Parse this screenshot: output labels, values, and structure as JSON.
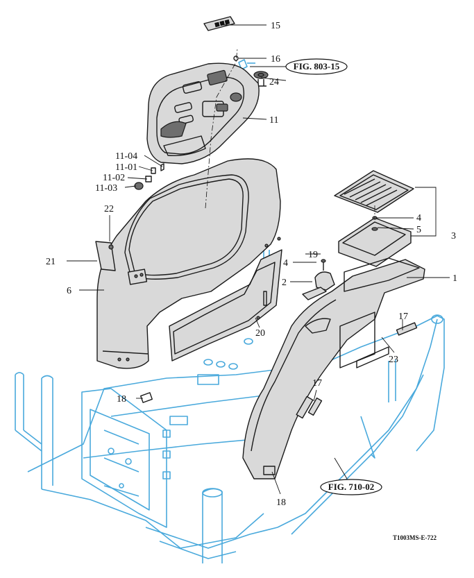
{
  "diagram": {
    "callouts": {
      "c1": "1",
      "c2": "2",
      "c3": "3",
      "c4a": "4",
      "c4b": "4",
      "c5": "5",
      "c6": "6",
      "c11": "11",
      "c11_01": "11-01",
      "c11_02": "11-02",
      "c11_03": "11-03",
      "c11_04": "11-04",
      "c15": "15",
      "c16": "16",
      "c17a": "17",
      "c17b": "17",
      "c18a": "18",
      "c18b": "18",
      "c19": "19",
      "c20": "20",
      "c21": "21",
      "c22": "22",
      "c23": "23",
      "c24": "24"
    },
    "figure_refs": {
      "fig803": "FIG. 803-15",
      "fig710": "FIG. 710-02"
    },
    "drawing_code": "T1003MS-E-722",
    "colors": {
      "parts": "#1a1a1a",
      "frame": "#49a9dc",
      "background": "#ffffff"
    }
  }
}
